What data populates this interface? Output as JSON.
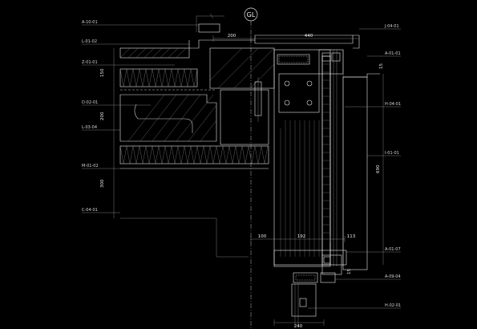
{
  "gridline": {
    "label": "GL"
  },
  "left_labels": [
    {
      "id": "a1001",
      "text": "A-10-01"
    },
    {
      "id": "l0102",
      "text": "L-01-02"
    },
    {
      "id": "z0101",
      "text": "Z-01-01"
    },
    {
      "id": "d0201",
      "text": "D-02-01"
    },
    {
      "id": "l0304",
      "text": "L-03-04"
    },
    {
      "id": "m0102",
      "text": "M-01-02"
    },
    {
      "id": "c0401",
      "text": "C-04-01"
    }
  ],
  "right_labels": [
    {
      "id": "j0401",
      "text": "J-04-01"
    },
    {
      "id": "a0101",
      "text": "A-01-01"
    },
    {
      "id": "h0401",
      "text": "H-04-01"
    },
    {
      "id": "i0101",
      "text": "I-01-01"
    },
    {
      "id": "a0107",
      "text": "A-01-07"
    },
    {
      "id": "a0904",
      "text": "A-09-04"
    },
    {
      "id": "h0201",
      "text": "H-02-01"
    }
  ],
  "dimensions": {
    "top_200": "200",
    "top_440": "440",
    "right_15_top": "15",
    "left_150": "150",
    "left_200": "200",
    "left_300": "300",
    "right_690": "690",
    "bottom_100": "100",
    "bottom_192": "192",
    "bottom_113": "113",
    "bottom_15": "15",
    "bottom_240": "240"
  }
}
